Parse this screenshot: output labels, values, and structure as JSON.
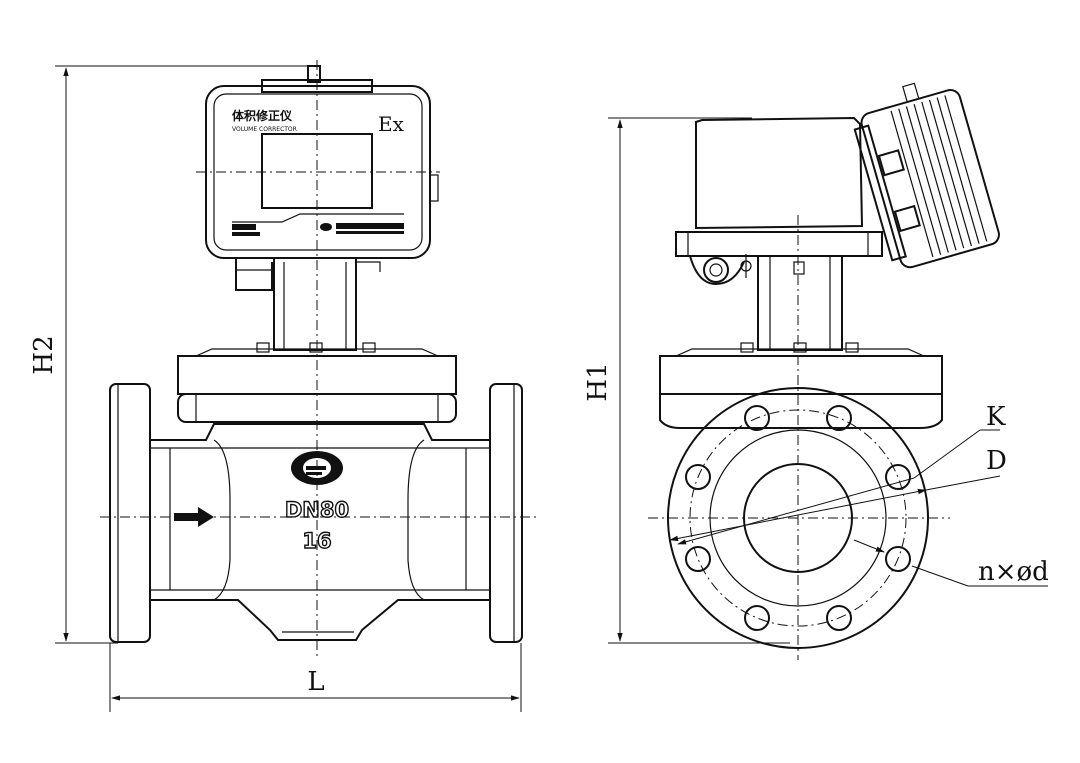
{
  "labels": {
    "H2": "H2",
    "H1": "H1",
    "L": "L",
    "K": "K",
    "D": "D",
    "n_d": "n×ød"
  },
  "front_view": {
    "display_title_cn": "体积修正仪",
    "display_title_en": "VOLUME CORRECTOR",
    "ex_mark": "Ex",
    "body_size": "DN80",
    "body_pressure": "16"
  }
}
